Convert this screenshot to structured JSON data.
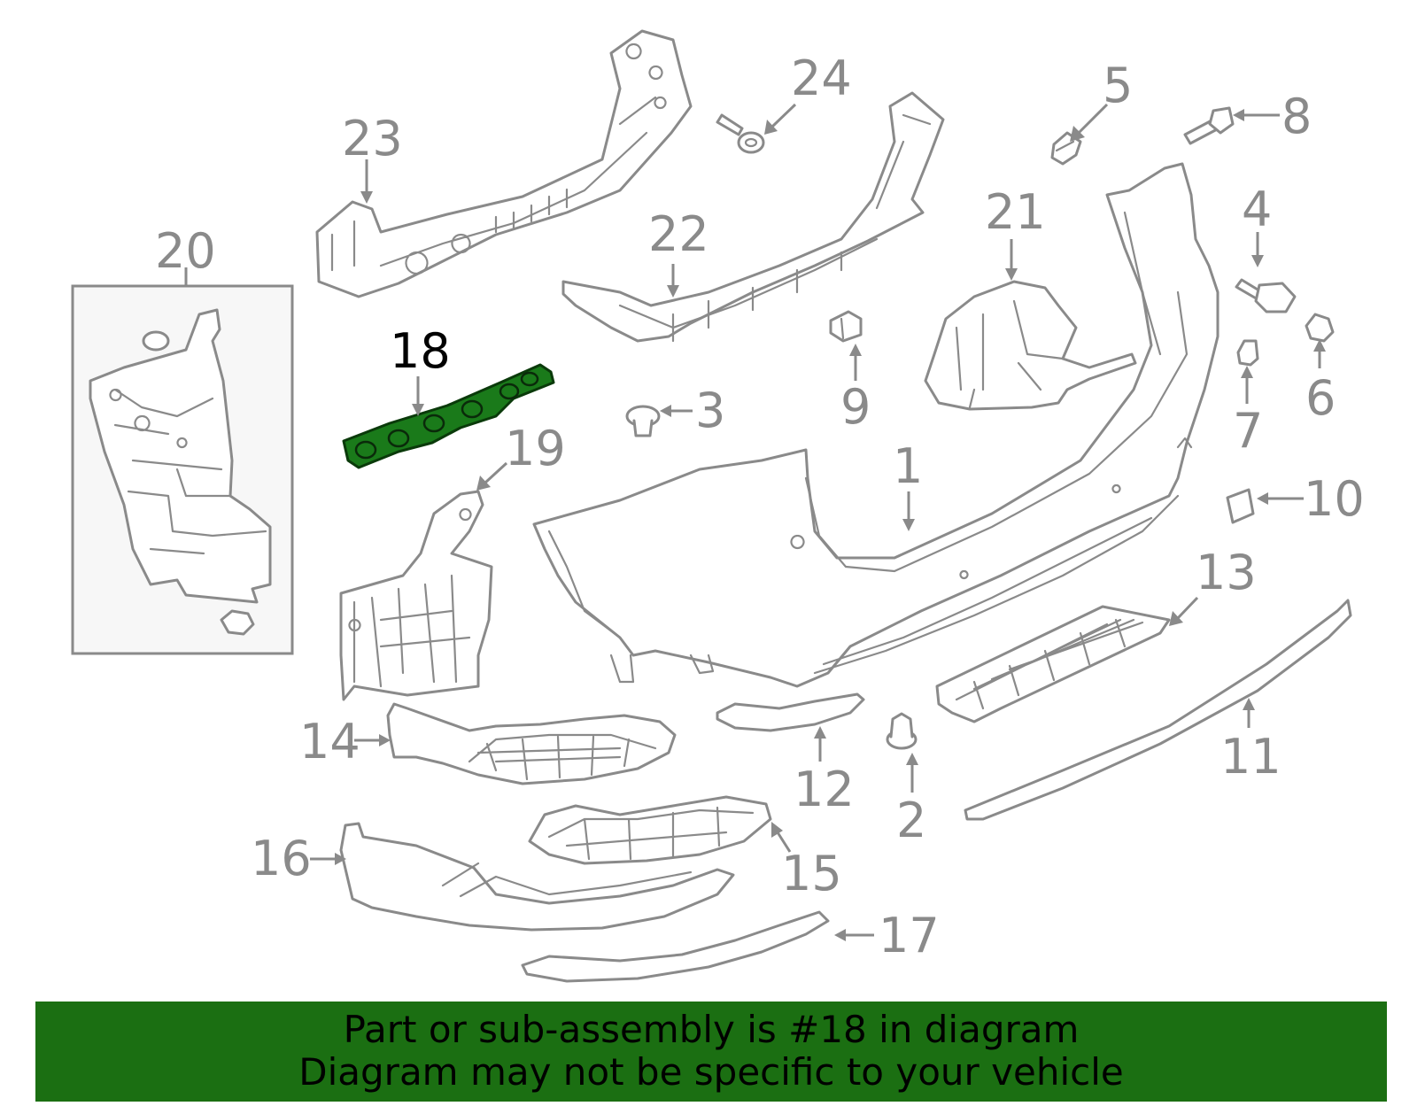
{
  "callouts": {
    "n1": "1",
    "n2": "2",
    "n3": "3",
    "n4": "4",
    "n5": "5",
    "n6": "6",
    "n7": "7",
    "n8": "8",
    "n9": "9",
    "n10": "10",
    "n11": "11",
    "n12": "12",
    "n13": "13",
    "n14": "14",
    "n15": "15",
    "n16": "16",
    "n17": "17",
    "n18": "18",
    "n19": "19",
    "n20": "20",
    "n21": "21",
    "n22": "22",
    "n23": "23",
    "n24": "24"
  },
  "highlighted_part": "18",
  "colors": {
    "highlight": "#1a7a1a",
    "line": "#8a8a8a",
    "banner": "#1b6f12"
  },
  "banner": {
    "line1": "Part or sub-assembly is #18 in diagram",
    "line2": "Diagram may not be specific to your vehicle"
  }
}
